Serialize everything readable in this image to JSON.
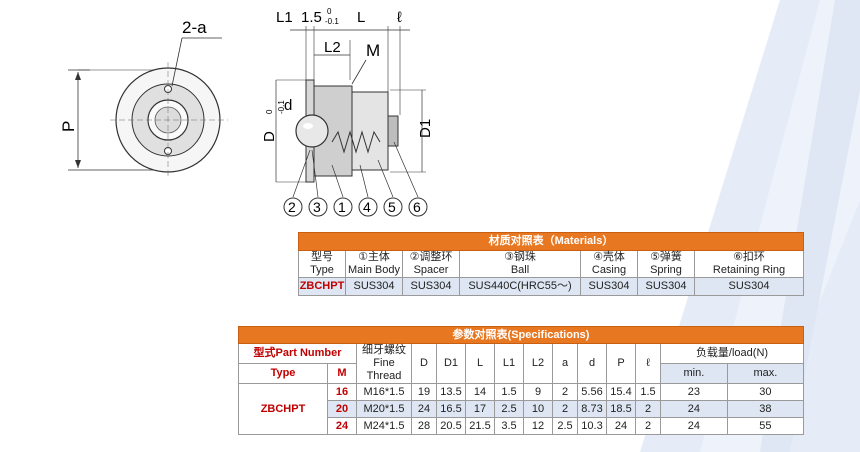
{
  "drawing": {
    "labels": {
      "holes": "2-a",
      "P": "P",
      "L1": "L1",
      "gap": "1.5",
      "gap_tol_top": "0",
      "gap_tol_bot": "-0.1",
      "L": "L",
      "ell": "ℓ",
      "L2": "L2",
      "M": "M",
      "d": "d",
      "D": "D",
      "D_tol_top": "0",
      "D_tol_bot": "-0.1",
      "D1": "D1"
    },
    "callouts": [
      "2",
      "3",
      "1",
      "4",
      "5",
      "6"
    ]
  },
  "materials": {
    "title": "材质对照表（Materials）",
    "columns": [
      {
        "cn": "型号",
        "en": "Type"
      },
      {
        "cn": "①主体",
        "en": "Main Body"
      },
      {
        "cn": "②调整环",
        "en": "Spacer"
      },
      {
        "cn": "③钢珠",
        "en": "Ball"
      },
      {
        "cn": "④壳体",
        "en": "Casing"
      },
      {
        "cn": "⑤弹簧",
        "en": "Spring"
      },
      {
        "cn": "⑥扣环",
        "en": "Retaining Ring"
      }
    ],
    "row": [
      "ZBCHPT",
      "SUS304",
      "SUS304",
      "SUS440C(HRC55～)",
      "SUS304",
      "SUS304",
      "SUS304"
    ]
  },
  "specs": {
    "title": "参数对照表(Specifications)",
    "part_number": "型式Part Number",
    "type_label": "Type",
    "m_label": "M",
    "thread_cn": "细牙螺纹",
    "thread_en": "Fine Thread",
    "dims": [
      "D",
      "D1",
      "L",
      "L1",
      "L2",
      "a",
      "d",
      "P",
      "ℓ"
    ],
    "load_header": "负载量/load(N)",
    "load_min": "min.",
    "load_max": "max.",
    "type": "ZBCHPT",
    "rows": [
      {
        "m": "16",
        "thread": "M16*1.5",
        "vals": [
          "19",
          "13.5",
          "14",
          "1.5",
          "9",
          "2",
          "5.56",
          "15.4",
          "1.5"
        ],
        "min": "23",
        "max": "30"
      },
      {
        "m": "20",
        "thread": "M20*1.5",
        "vals": [
          "24",
          "16.5",
          "17",
          "2.5",
          "10",
          "2",
          "8.73",
          "18.5",
          "2"
        ],
        "min": "24",
        "max": "38"
      },
      {
        "m": "24",
        "thread": "M24*1.5",
        "vals": [
          "28",
          "20.5",
          "21.5",
          "3.5",
          "12",
          "2.5",
          "10.3",
          "24",
          "2"
        ],
        "min": "24",
        "max": "55"
      }
    ]
  }
}
